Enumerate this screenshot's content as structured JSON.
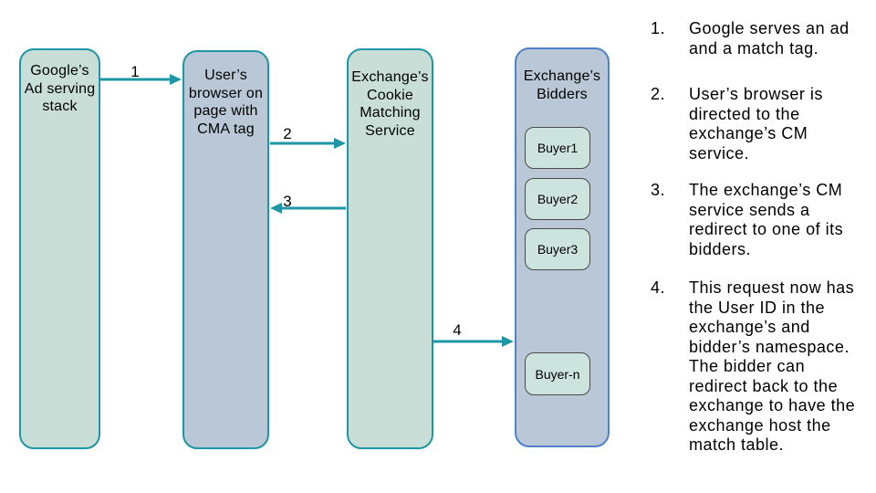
{
  "nodes": {
    "google_stack": {
      "label": "Google’s\nAd serving\nstack"
    },
    "user_browser": {
      "label": "User’s\nbrowser on\npage with\nCMA tag"
    },
    "cm_service": {
      "label": "Exchange’s\nCookie\nMatching\nService"
    },
    "bidders": {
      "label": "Exchange’s\nBidders",
      "buyers": [
        "Buyer1",
        "Buyer2",
        "Buyer3",
        "Buyer-n"
      ]
    }
  },
  "arrows": [
    {
      "label": "1",
      "from": "google_stack",
      "to": "user_browser"
    },
    {
      "label": "2",
      "from": "user_browser",
      "to": "cm_service"
    },
    {
      "label": "3",
      "from": "cm_service",
      "to": "user_browser"
    },
    {
      "label": "4",
      "from": "cm_service",
      "to": "bidders"
    }
  ],
  "steps": [
    {
      "num": "1.",
      "text": "Google serves an ad\nand a match tag."
    },
    {
      "num": "2.",
      "text": "User’s browser is\ndirected to the\nexchange’s CM\nservice."
    },
    {
      "num": "3.",
      "text": "The exchange’s CM\nservice sends a\nredirect to one of its\nbidders."
    },
    {
      "num": "4.",
      "text": "This request now has\nthe User ID in the\nexchange’s and\nbidder’s namespace.\nThe bidder can\nredirect back to the\nexchange to have the\nexchange host the\nmatch table."
    }
  ],
  "colors": {
    "teal": "#1e96a5",
    "green_fill": "#c8ded6",
    "blue_fill": "#b9c7d6",
    "blue_border": "#4f81c7",
    "buyer_fill": "#cce3de",
    "buyer_border": "#4a4a4a",
    "text": "#000000"
  }
}
